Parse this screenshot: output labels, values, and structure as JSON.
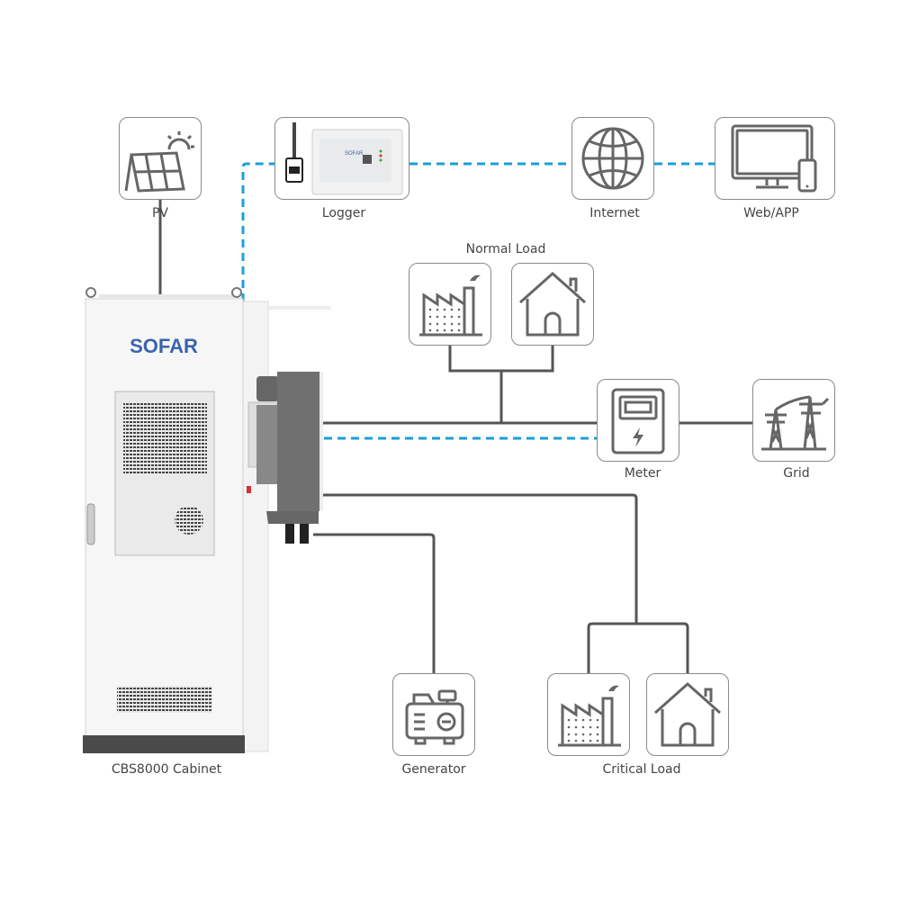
{
  "nodes": {
    "pv": {
      "label": "PV",
      "icon": "solar-panel-icon"
    },
    "logger": {
      "label": "Logger",
      "icon": "logger-device-icon",
      "brand": "SOFAR"
    },
    "internet": {
      "label": "Internet",
      "icon": "globe-icon"
    },
    "webapp": {
      "label": "Web/APP",
      "icon": "monitor-phone-icon"
    },
    "normal_load": {
      "label": "Normal Load",
      "icons": [
        "factory-icon",
        "house-icon"
      ]
    },
    "meter": {
      "label": "Meter",
      "icon": "meter-icon"
    },
    "grid": {
      "label": "Grid",
      "icon": "power-tower-icon"
    },
    "generator": {
      "label": "Generator",
      "icon": "generator-icon"
    },
    "critical_load": {
      "label": "Critical Load",
      "icons": [
        "factory-icon",
        "house-icon"
      ]
    },
    "cabinet": {
      "label": "CBS8000 Cabinet",
      "brand": "SOFAR"
    }
  },
  "colors": {
    "power_line": "#555555",
    "comm_line": "#1a9fd9",
    "icon": "#666666",
    "border": "#8a8a8a",
    "brand": "#3a63b0"
  }
}
